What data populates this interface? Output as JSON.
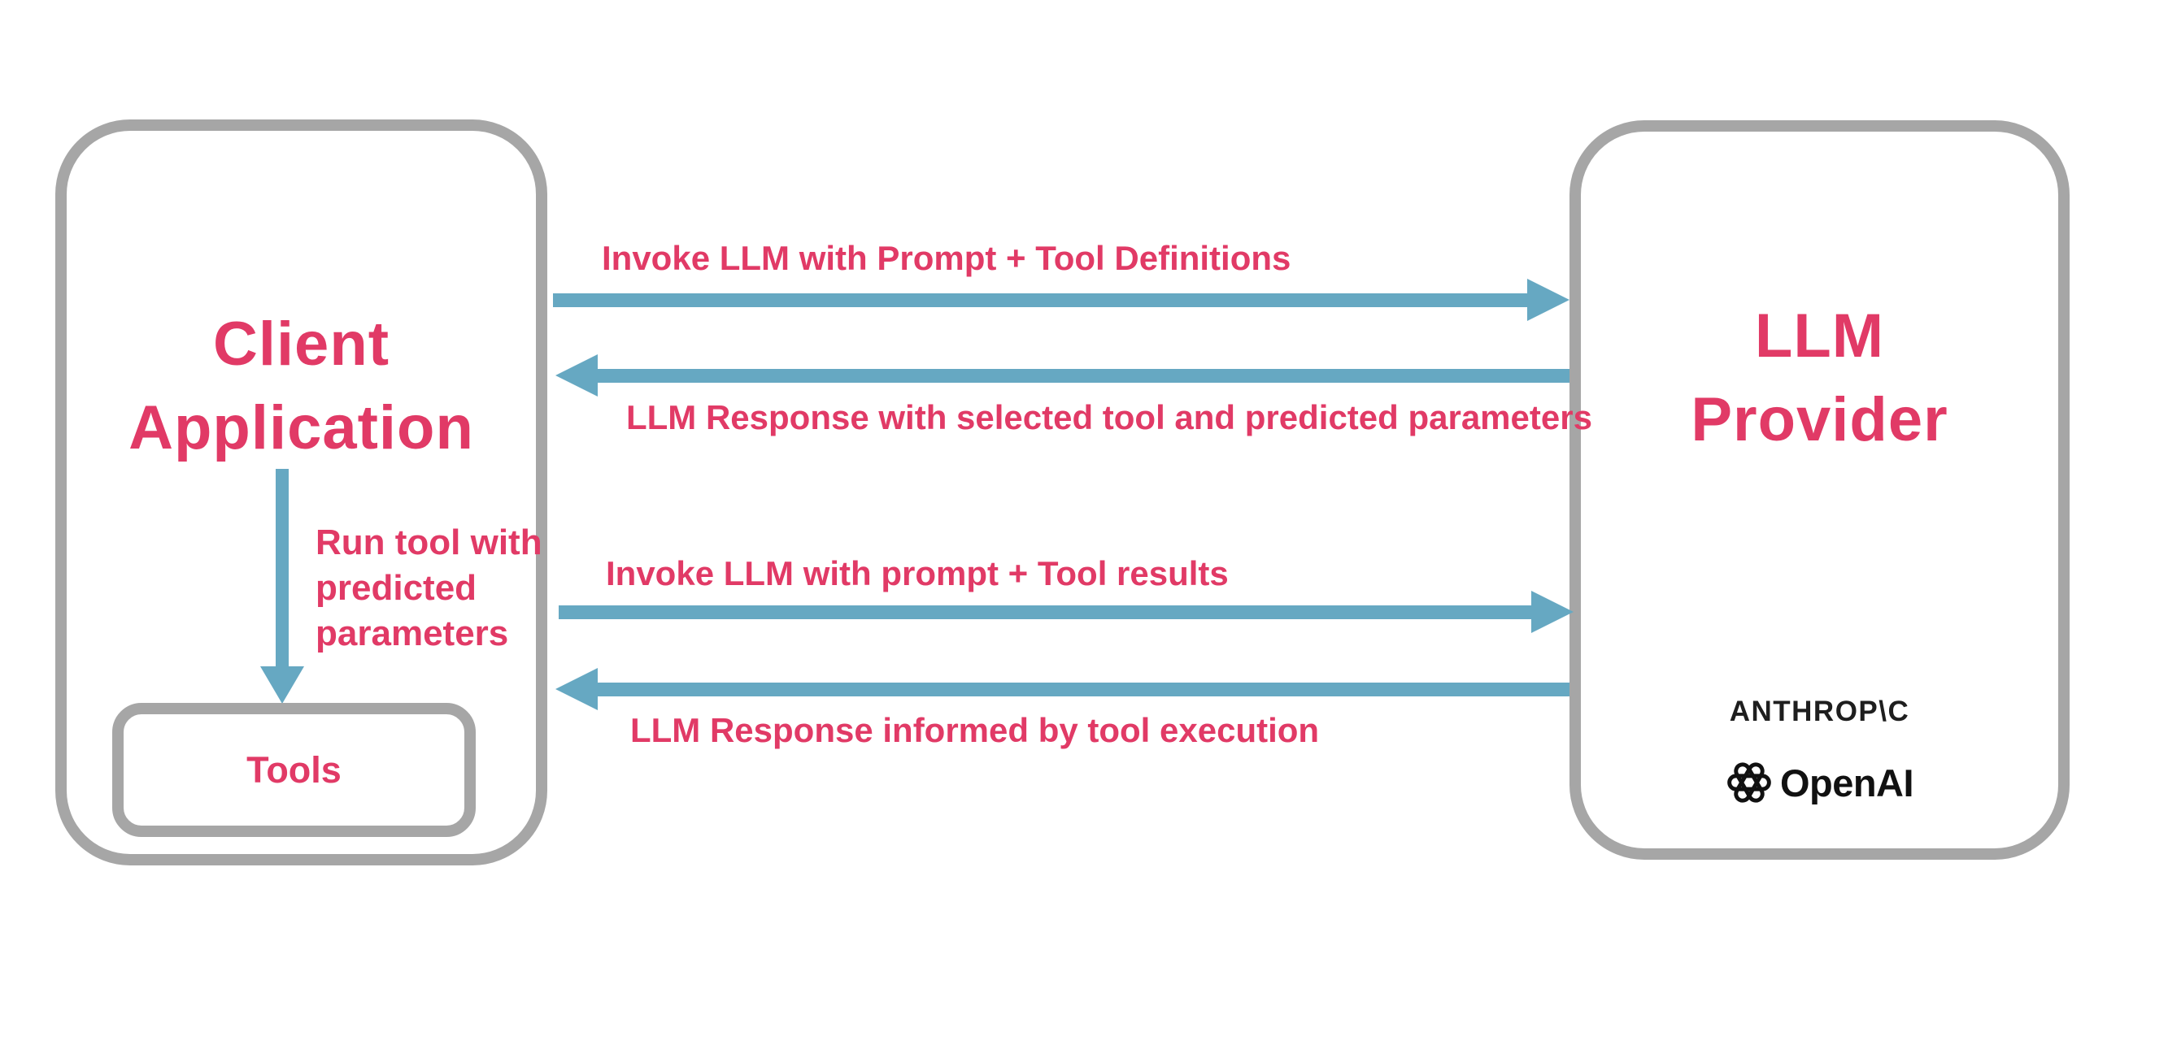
{
  "colors": {
    "accent_pink": "#E13A66",
    "arrow_blue": "#66A8C2",
    "border_gray": "#A6A6A6",
    "logo_text_black": "#1E1E1E",
    "background": "#FFFFFF"
  },
  "client_box": {
    "title_line1": "Client",
    "title_line2": "Application",
    "run_tool_label": "Run tool with\npredicted\nparameters",
    "tools_label": "Tools"
  },
  "provider_box": {
    "title_line1": "LLM",
    "title_line2": "Provider",
    "anthropic_wordmark": "ANTHROP\\C",
    "openai_wordmark": "OpenAI",
    "openai_icon": "openai-flower-icon"
  },
  "flows": [
    {
      "direction": "right",
      "label": "Invoke LLM with Prompt + Tool Definitions"
    },
    {
      "direction": "left",
      "label": "LLM Response with selected tool and predicted parameters"
    },
    {
      "direction": "right",
      "label": "Invoke LLM with prompt + Tool results"
    },
    {
      "direction": "left",
      "label": "LLM Response informed by tool execution"
    }
  ]
}
